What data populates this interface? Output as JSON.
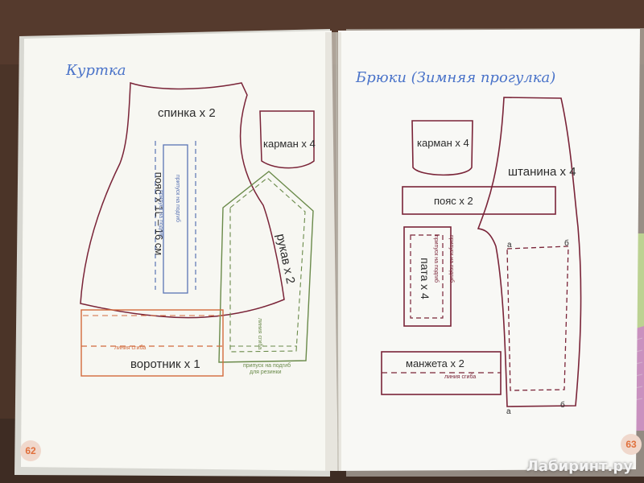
{
  "left_page": {
    "title": "Куртка",
    "page_number": "62",
    "pieces": {
      "back": "спинка х 2",
      "belt": "пояс х 1L – 16 см",
      "pocket": "карман х 4",
      "sleeve": "рукав х 2",
      "collar": "воротник х 1"
    },
    "notes": {
      "fold_allowance_1": "припуск на подгиб",
      "fold_allowance_2": "припуск на подгиб",
      "fold_line_collar": "линия сгиба",
      "fold_line_sleeve": "линия сгиба",
      "elastic_allowance_1": "припуск на подгиб",
      "elastic_allowance_2": "для резинки"
    }
  },
  "right_page": {
    "title": "Брюки (Зимняя прогулка)",
    "page_number": "63",
    "pieces": {
      "pocket": "карман х 4",
      "belt": "пояс х 2",
      "leg": "штанина х 4",
      "flap": "пата х 4",
      "cuff": "манжета х 2"
    },
    "notes": {
      "fold_allowance_1": "припуск на подгиб",
      "fold_allowance_2": "припуск на подгиб",
      "fold_line_cuff": "линия сгиба"
    },
    "markers": {
      "a_top": "а",
      "b_top": "б",
      "a_bottom": "а",
      "b_bottom": "б"
    }
  },
  "watermark": "Лабиринт.ру",
  "colors": {
    "background": "#4a3528",
    "page": "#f7f7f2",
    "dark_red_outline": "#7a2438",
    "blue_outline": "#5a74b4",
    "green_outline": "#6a8a4a",
    "orange_outline": "#d36a3c",
    "title_blue": "#4a73c9",
    "notebook_purple": "#b53aa8",
    "notebook_green": "#9acb45"
  }
}
